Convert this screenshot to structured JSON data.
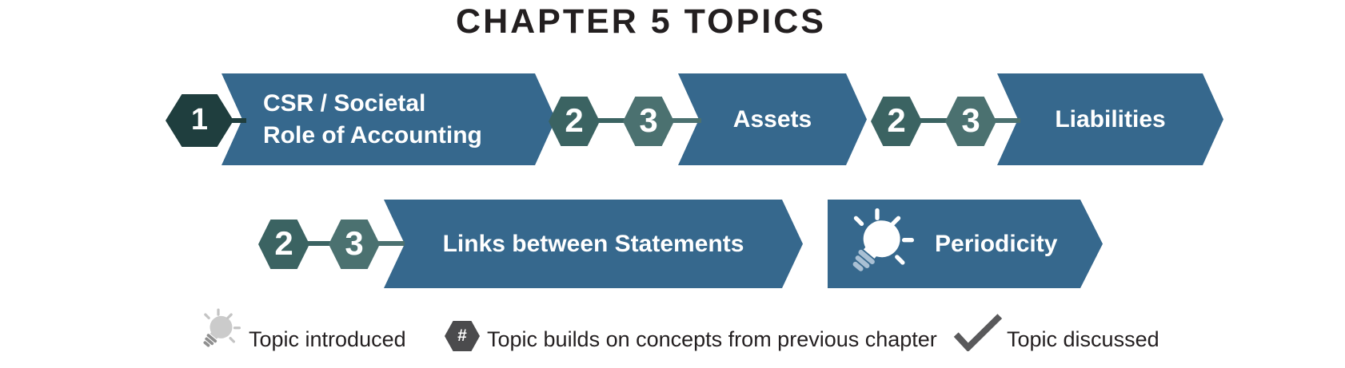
{
  "title": "CHAPTER 5 TOPICS",
  "colors": {
    "banner_blue": "#36688D",
    "badge_chapter1": "#1F3E3E",
    "badge_chapter2": "#3B6362",
    "badge_chapter3": "#4B7170",
    "legend_bulb_gray": "#CBCBCB",
    "legend_hex_gray": "#4B4B4D",
    "checkmark_gray": "#59595B",
    "text_dark": "#231F20",
    "bulb_base_blue": "#A9C0D4"
  },
  "topics": [
    {
      "label": "CSR / Societal\nRole of Accounting",
      "badges": [
        {
          "num": "1"
        }
      ]
    },
    {
      "label": "Assets",
      "badges": [
        {
          "num": "2"
        },
        {
          "num": "3"
        }
      ]
    },
    {
      "label": "Liabilities",
      "badges": [
        {
          "num": "2"
        },
        {
          "num": "3"
        }
      ]
    },
    {
      "label": "Links between Statements",
      "badges": [
        {
          "num": "2"
        },
        {
          "num": "3"
        }
      ]
    },
    {
      "label": "Periodicity",
      "badges": [],
      "intro_icon": "lightbulb-icon"
    }
  ],
  "legend": {
    "items": [
      {
        "icon": "lightbulb-icon",
        "label": "Topic introduced"
      },
      {
        "icon": "hexagon-hash-icon",
        "glyph": "#",
        "label": "Topic builds on concepts from previous chapter"
      },
      {
        "icon": "checkmark-icon",
        "label": "Topic discussed"
      }
    ]
  }
}
